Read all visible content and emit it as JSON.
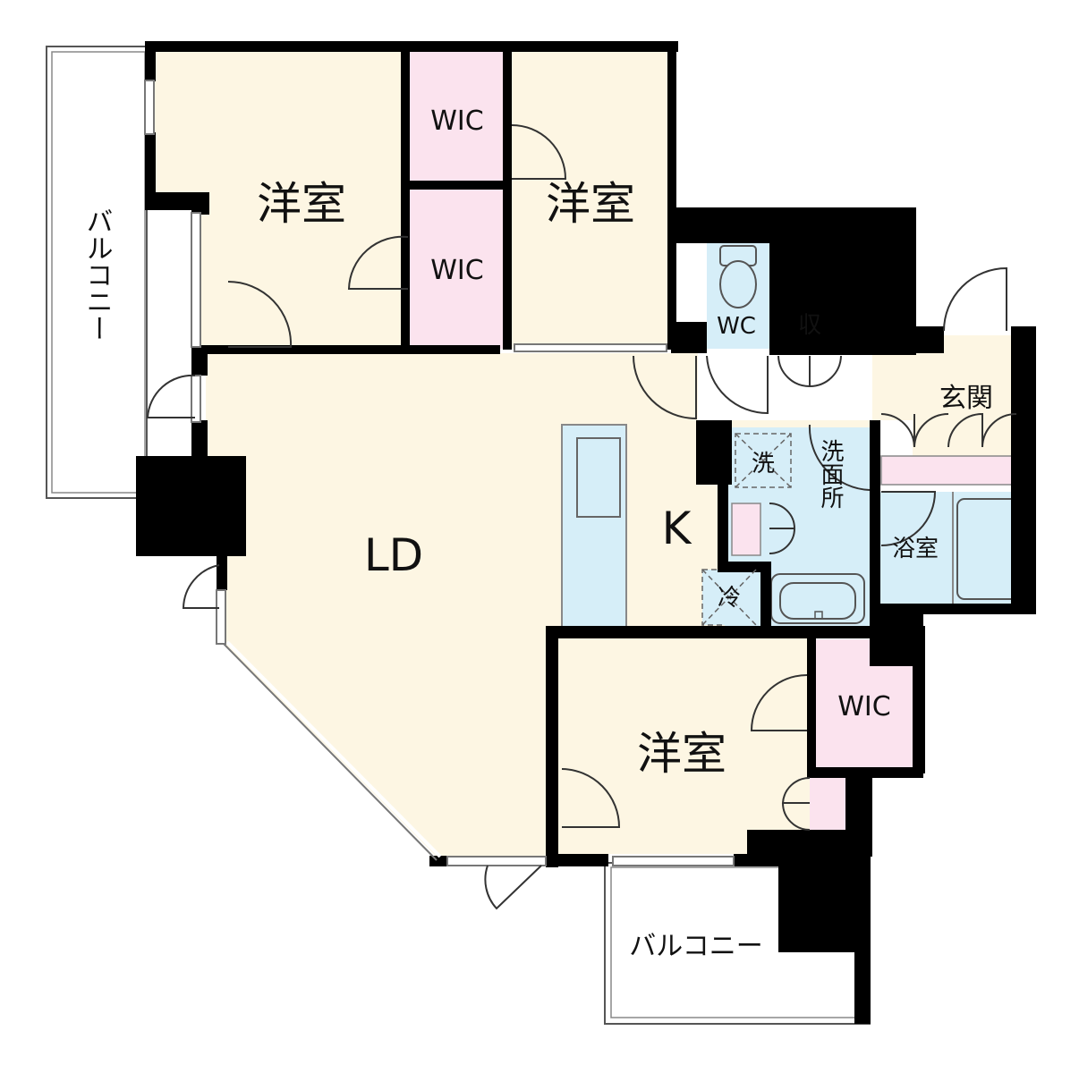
{
  "colors": {
    "room": "#fdf6e3",
    "closet": "#fbe3ee",
    "wet": "#d6eef8",
    "wall": "#000000",
    "balcony": "#ffffff"
  },
  "labels": {
    "western_room_1": "洋室",
    "western_room_2": "洋室",
    "western_room_3": "洋室",
    "wic_1": "WIC",
    "wic_2": "WIC",
    "wic_3": "WIC",
    "wc": "WC",
    "storage": "収",
    "entrance": "玄関",
    "laundry": "洗",
    "washroom": "洗面所",
    "bathroom": "浴室",
    "kitchen": "K",
    "fridge": "冷",
    "living_dining": "LD",
    "balcony_west": "バルコニー",
    "balcony_south": "バルコニー"
  }
}
